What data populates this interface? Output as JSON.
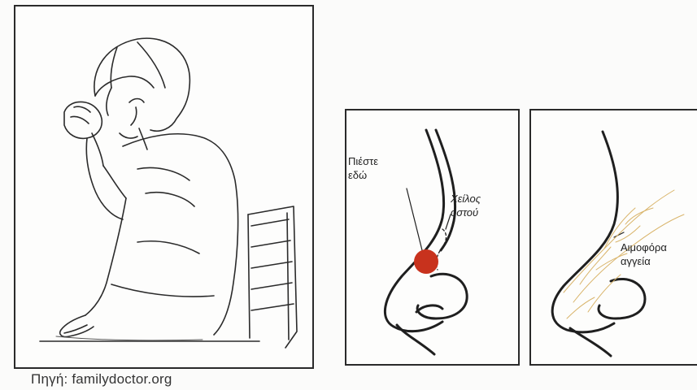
{
  "panels": {
    "main": {
      "figure": "woman-pinching-nose"
    },
    "press": {
      "press_label": "Πιέστε\nεδώ",
      "bone_edge_label": "Χείλος\nοστού",
      "point_color": "#c8321d"
    },
    "vessels": {
      "vessels_label": "Αιμοφόρα\nαγγεία",
      "vessel_color": "#d9b46a"
    }
  },
  "source": "Πηγή: familydoctor.org"
}
